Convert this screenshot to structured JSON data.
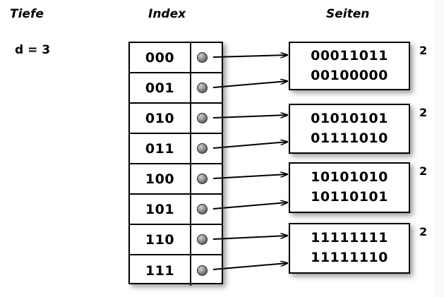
{
  "diagram": {
    "title_columns": {
      "depth": "Tiefe",
      "index": "Index",
      "pages": "Seiten"
    },
    "depth_value": "d = 3",
    "index": {
      "rows": [
        {
          "key": "000",
          "pointer_icon": "filled-circle-pointer"
        },
        {
          "key": "001",
          "pointer_icon": "filled-circle-pointer"
        },
        {
          "key": "010",
          "pointer_icon": "filled-circle-pointer"
        },
        {
          "key": "011",
          "pointer_icon": "filled-circle-pointer"
        },
        {
          "key": "100",
          "pointer_icon": "filled-circle-pointer"
        },
        {
          "key": "101",
          "pointer_icon": "filled-circle-pointer"
        },
        {
          "key": "110",
          "pointer_icon": "filled-circle-pointer"
        },
        {
          "key": "111",
          "pointer_icon": "filled-circle-pointer"
        }
      ]
    },
    "pages": [
      {
        "lines": [
          "00011011",
          "00100000"
        ],
        "count": "2",
        "sources": [
          "000",
          "001"
        ]
      },
      {
        "lines": [
          "01010101",
          "01111010"
        ],
        "count": "2",
        "sources": [
          "010",
          "011"
        ]
      },
      {
        "lines": [
          "10101010",
          "10110101"
        ],
        "count": "2",
        "sources": [
          "100",
          "101"
        ]
      },
      {
        "lines": [
          "11111111",
          "11111110"
        ],
        "count": "2",
        "sources": [
          "110",
          "111"
        ]
      }
    ],
    "colors": {
      "background": "#ffffff",
      "stroke": "#000000",
      "pointer_dot": "#6e6e6e",
      "edge_strip": "#fafafa"
    }
  }
}
